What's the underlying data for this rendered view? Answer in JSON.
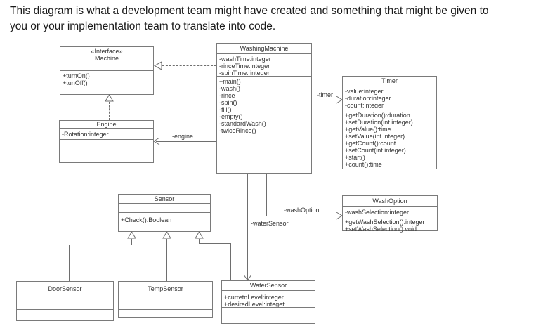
{
  "header": {
    "line1": "This diagram is what a development team might have created and something that might be given to",
    "line2": "you or your implementation team to translate into code."
  },
  "classes": {
    "machine": {
      "stereotype": "«Interface»",
      "name": "Machine",
      "attributes": [],
      "methods": [
        "+turnOn()",
        "+tunOff()"
      ]
    },
    "washingMachine": {
      "name": "WashingMachine",
      "attributes": [
        "-washTime:integer",
        "-rinceTime:integer",
        "-spinTime: integer"
      ],
      "methods": [
        "+main()",
        "-wash()",
        "-rince",
        "-spin()",
        "-fill()",
        "-empty()",
        "-standardWash()",
        "-twiceRince()"
      ]
    },
    "timer": {
      "name": "Timer",
      "attributes": [
        "-value:integer",
        "-duration:integer",
        "-count:integer"
      ],
      "methods": [
        "+getDuration():duration",
        "+setDuration(int integer)",
        "+getValue():time",
        "+setValue(int integer)",
        "+getCount():count",
        "+setCount(int integer)",
        "+start()",
        "+count():time"
      ]
    },
    "engine": {
      "name": "Engine",
      "attributes": [
        "-Rotation:integer"
      ],
      "methods": []
    },
    "sensor": {
      "name": "Sensor",
      "attributes": [],
      "methods": [
        "+Check():Boolean"
      ]
    },
    "washOption": {
      "name": "WashOption",
      "attributes": [
        "-washSelection:integer"
      ],
      "methods": [
        "+getWashSelection():integer",
        "+setWashSelection():void"
      ]
    },
    "doorSensor": {
      "name": "DoorSensor",
      "attributes": [],
      "methods": []
    },
    "tempSensor": {
      "name": "TempSensor",
      "attributes": [],
      "methods": []
    },
    "waterSensor": {
      "name": "WaterSensor",
      "attributes": [
        "+curretnLevel:integer",
        "+desiredLevel:integet"
      ],
      "methods": []
    }
  },
  "relationships": [
    {
      "type": "realization",
      "from": "WashingMachine",
      "to": "Machine",
      "label": ""
    },
    {
      "type": "realization",
      "from": "Engine",
      "to": "Machine",
      "label": ""
    },
    {
      "type": "directed-association",
      "from": "WashingMachine",
      "to": "Timer",
      "label": "-timer"
    },
    {
      "type": "directed-association",
      "from": "WashingMachine",
      "to": "Engine",
      "label": "-engine"
    },
    {
      "type": "directed-association",
      "from": "WashingMachine",
      "to": "WashOption",
      "label": "-washOption"
    },
    {
      "type": "directed-association",
      "from": "WashingMachine",
      "to": "WaterSensor",
      "label": "-waterSensor"
    },
    {
      "type": "generalization",
      "from": "DoorSensor",
      "to": "Sensor",
      "label": ""
    },
    {
      "type": "generalization",
      "from": "TempSensor",
      "to": "Sensor",
      "label": ""
    },
    {
      "type": "generalization",
      "from": "WaterSensor",
      "to": "Sensor",
      "label": ""
    }
  ],
  "colors": {
    "background": "#ffffff",
    "box_border": "#7a7a7a",
    "line": "#6e6e6e",
    "text": "#333333",
    "header_text": "#1a1a1a"
  }
}
